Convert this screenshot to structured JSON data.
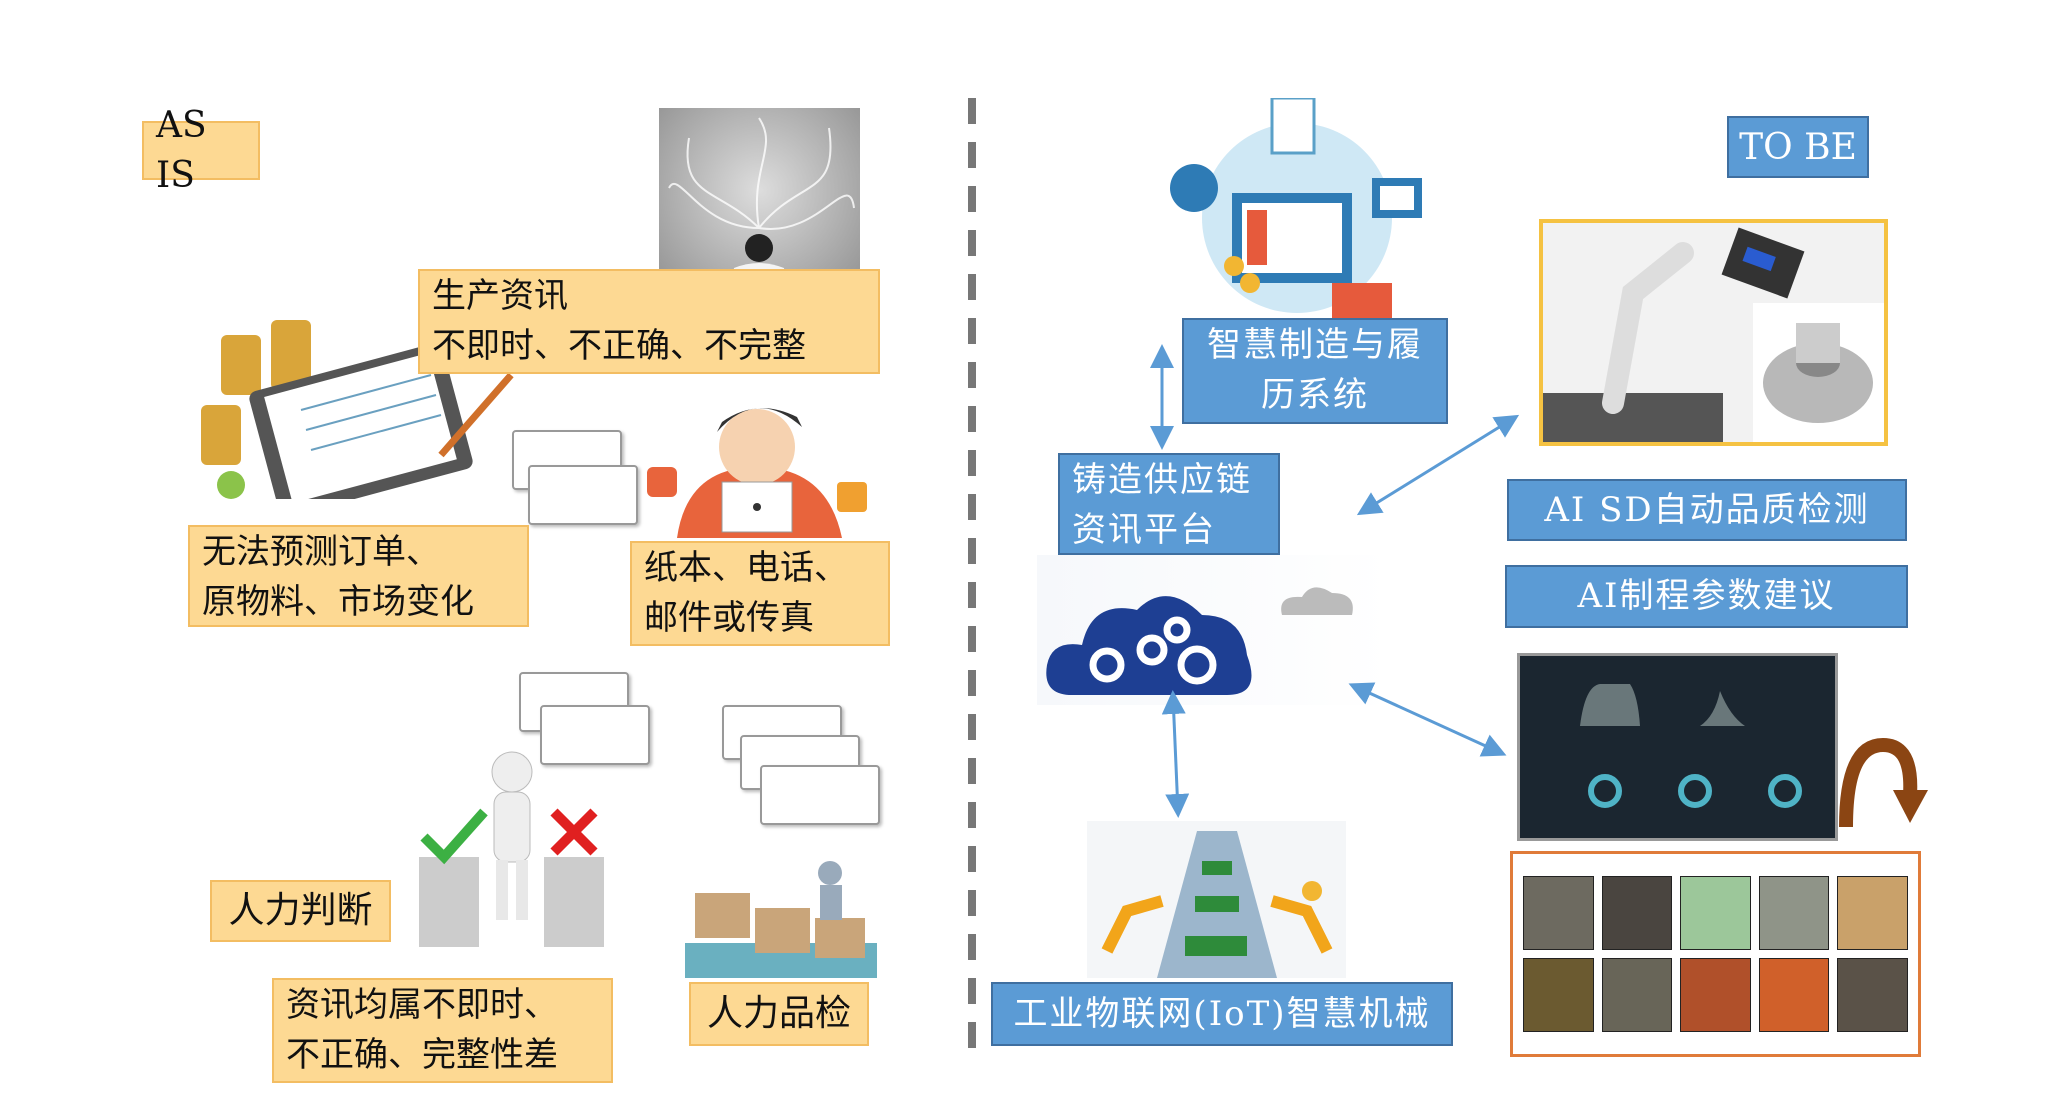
{
  "as_is": {
    "title": "AS IS",
    "info_issue": [
      "生产资讯",
      "不即时、不正确、不完整"
    ],
    "forecast_issue": [
      "无法预测订单、",
      "原物料、市场变化"
    ],
    "comm_issue": [
      "纸本、电话、",
      "邮件或传真"
    ],
    "judgement": "人力判断",
    "summary": [
      "资讯均属不即时、",
      "不正确、完整性差"
    ],
    "inspection": "人力品检"
  },
  "to_be": {
    "title": "TO BE",
    "smart_mfg": [
      "智慧制造与履",
      "历系统"
    ],
    "supply_chain": [
      "铸造供应链",
      "资讯平台"
    ],
    "ai_sd": "AI SD自动品质检测",
    "ai_param": "AI制程参数建议",
    "iot": "工业物联网(IoT)智慧机械"
  },
  "colors": {
    "orange_fill": "#fdd993",
    "blue_fill": "#5b9bd5",
    "arrow": "#5b9bd5",
    "loop_arrow": "#8b4513",
    "robot_frame": "#f5c242",
    "process_frame": "#e07b39"
  }
}
